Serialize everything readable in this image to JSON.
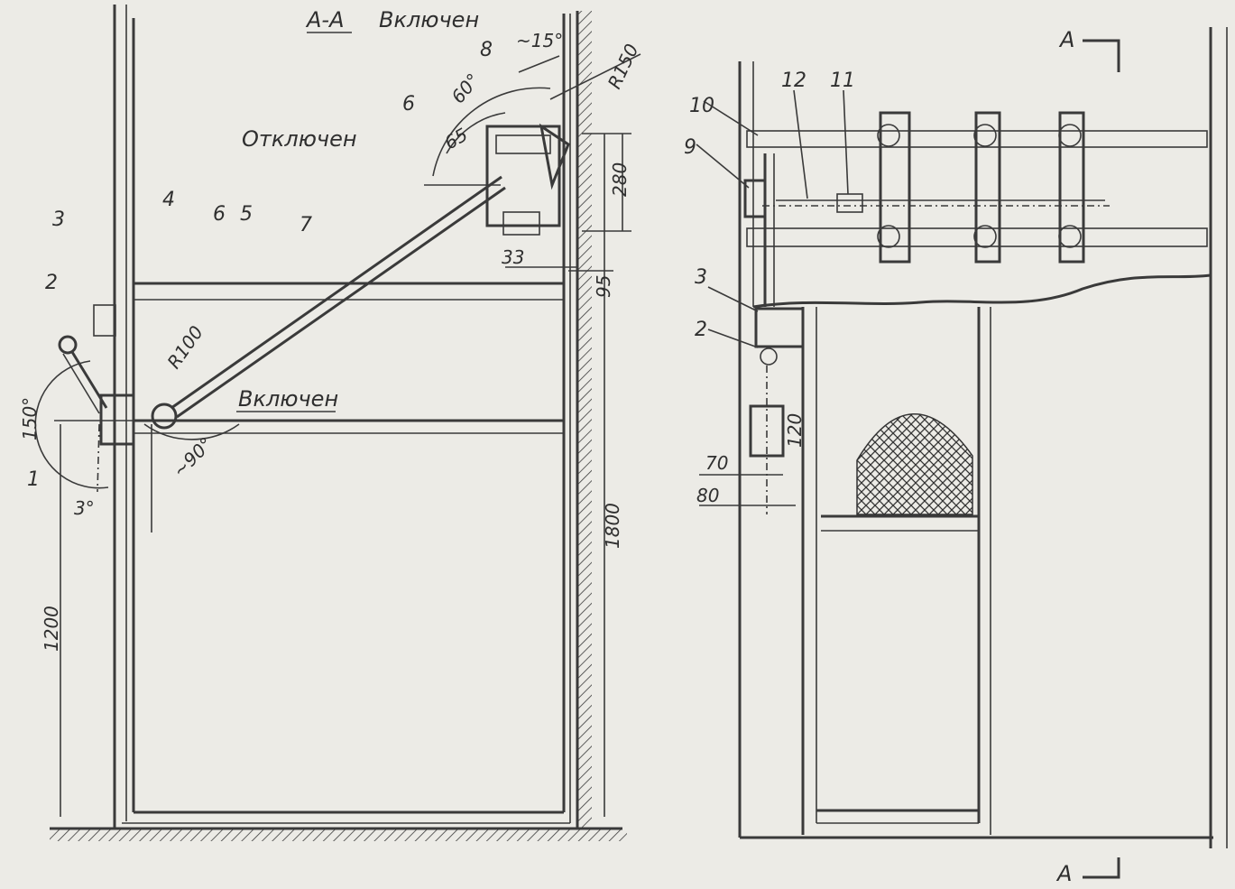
{
  "section_title": "А-А",
  "section_state": "Включен",
  "state_off": "Отключен",
  "state_on": "Включен",
  "section_marker_top": "А",
  "section_marker_bottom": "А",
  "parts_left": {
    "p1": "1",
    "p2": "2",
    "p3": "3",
    "p4": "4",
    "p5": "5",
    "p6": "6",
    "p7": "7",
    "p6b": "6",
    "p8": "8"
  },
  "parts_right": {
    "p9": "9",
    "p10": "10",
    "p11": "11",
    "p12": "12",
    "p2": "2",
    "p3": "3"
  },
  "dims_left": {
    "angle_150": "150°",
    "angle_3": "3°",
    "angle_90": "~90°",
    "angle_60": "60°",
    "angle_65": "65",
    "angle_15": "~15°",
    "r100": "R100",
    "r150": "R150",
    "d280": "280",
    "d33": "33",
    "d95": "95",
    "d1200": "1200",
    "d1800": "1800"
  },
  "dims_right": {
    "d70": "70",
    "d80": "80",
    "d120": "120"
  },
  "colors": {
    "paper": "#ecebe6",
    "ink": "#3a3a3a"
  }
}
